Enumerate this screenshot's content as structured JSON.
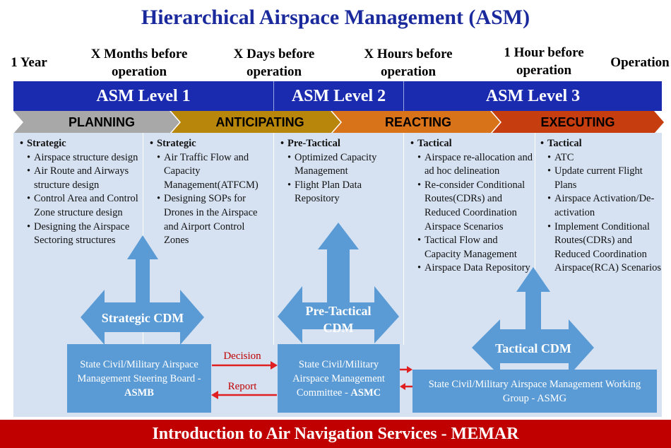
{
  "title": "Hierarchical Airspace Management (ASM)",
  "timeline": [
    {
      "label": "1 Year"
    },
    {
      "label": "X Months before operation"
    },
    {
      "label": "X Days before operation"
    },
    {
      "label": "X Hours before operation"
    },
    {
      "label": "1 Hour before operation"
    },
    {
      "label": "Operation"
    }
  ],
  "levels": [
    "ASM Level 1",
    "ASM Level 2",
    "ASM Level 3"
  ],
  "phases": [
    "PLANNING",
    "ANTICIPATING",
    "REACTING",
    "EXECUTING"
  ],
  "colors": {
    "title": "#1a2a9c",
    "level_bar": "#1a2bb0",
    "planning": "#a8a8a8",
    "anticipating": "#b8860b",
    "reacting": "#d9731a",
    "executing": "#c63d0f",
    "content_bg": "#d6e2f2",
    "arrow": "#5b9bd5",
    "link": "#e02020",
    "footer": "#c00000"
  },
  "columns": [
    {
      "heading": "Strategic",
      "items": [
        "Airspace structure design",
        "Air Route and Airways structure design",
        "Control Area and Control Zone structure design",
        "Designing the Airspace Sectoring structures"
      ]
    },
    {
      "heading": "Strategic",
      "items": [
        "Air Traffic Flow and Capacity Management(ATFCM)",
        "Designing SOPs for Drones in the Airspace and Airport Control Zones"
      ]
    },
    {
      "heading": "Pre-Tactical",
      "items": [
        "Optimized Capacity Management",
        "Flight Plan Data Repository"
      ]
    },
    {
      "heading": "Tactical",
      "items": [
        "Airspace re-allocation and ad hoc delineation",
        "Re-consider Conditional Routes(CDRs) and Reduced Coordination Airspace Scenarios",
        "Tactical Flow and Capacity Management",
        "Airspace Data Repository"
      ]
    },
    {
      "heading": "Tactical",
      "items": [
        "ATC",
        "Update current Flight Plans",
        "Airspace Activation/De-activation",
        "Implement Conditional Routes(CDRs) and Reduced Coordination Airspace(RCA) Scenarios"
      ]
    }
  ],
  "cdm": {
    "strategic": "Strategic CDM",
    "pretactical": "Pre-Tactical CDM",
    "tactical": "Tactical CDM"
  },
  "boxes": {
    "asmb": {
      "text": "State Civil/Military Airspace Management Steering Board -",
      "abbr": "ASMB"
    },
    "asmc": {
      "text": "State Civil/Military Airspace Management Committee -",
      "abbr": "ASMC"
    },
    "asmg": {
      "text": "State Civil/Military Airspace Management Working Group - ASMG"
    }
  },
  "links": {
    "decision": "Decision",
    "report": "Report"
  },
  "footer": "Introduction to Air Navigation Services - MEMAR"
}
